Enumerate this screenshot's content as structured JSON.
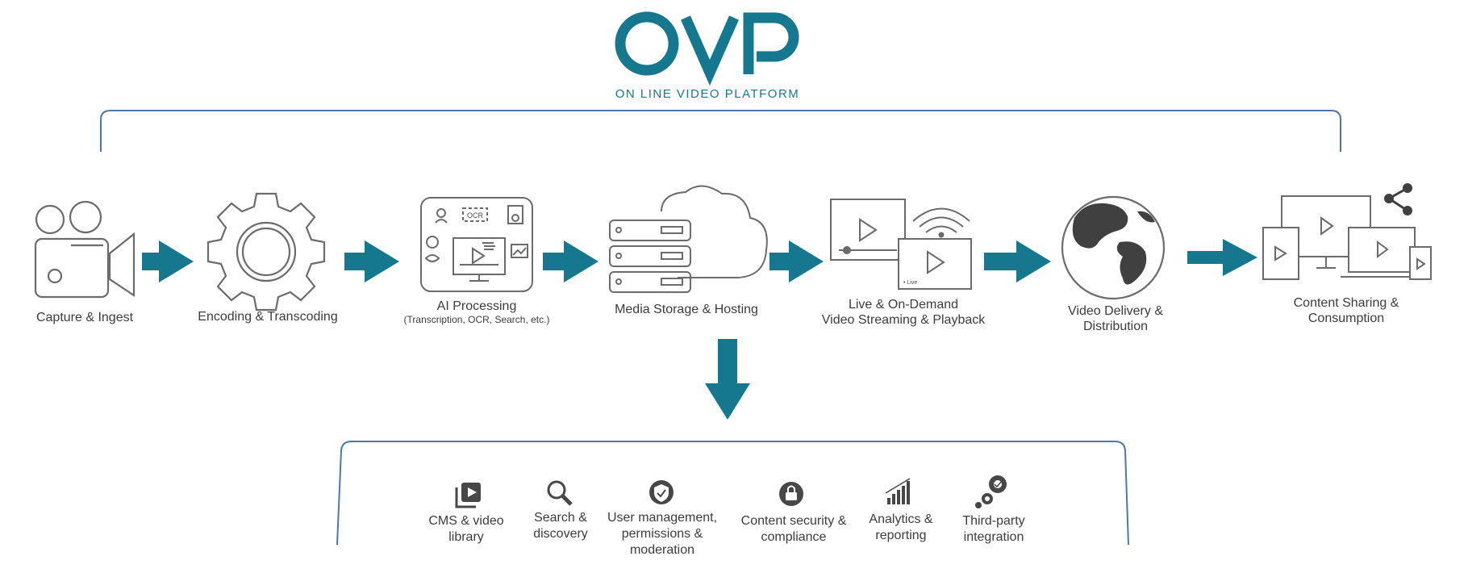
{
  "logo": {
    "mark": "OVP",
    "subtitle": "ON LINE VIDEO PLATFORM"
  },
  "pipeline": [
    {
      "label": "Capture & Ingest",
      "icon": "camera-icon"
    },
    {
      "label": "Encoding & Transcoding",
      "icon": "gear-icon"
    },
    {
      "label": "AI Processing",
      "sub": "(Transcription, OCR, Search, etc.)",
      "icon": "ai-processing-icon",
      "icon_text": "OCR"
    },
    {
      "label": "Media Storage & Hosting",
      "icon": "server-cloud-icon"
    },
    {
      "label_line1": "Live & On-Demand",
      "label_line2": "Video Streaming &  Playback",
      "icon": "streaming-icon",
      "badge": "• Live"
    },
    {
      "label_line1": "Video Delivery &",
      "label_line2": "Distribution",
      "icon": "globe-icon"
    },
    {
      "label_line1": "Content Sharing &",
      "label_line2": "Consumption",
      "icon": "devices-share-icon"
    }
  ],
  "features": [
    {
      "line1": "CMS & video",
      "line2": "library",
      "icon": "video-library-icon"
    },
    {
      "line1": "Search &",
      "line2": "discovery",
      "icon": "search-icon"
    },
    {
      "line1": "User management,",
      "line2": "permissions &",
      "line3": "moderation",
      "icon": "shield-check-icon"
    },
    {
      "line1": "Content security &",
      "line2": "compliance",
      "icon": "lock-icon"
    },
    {
      "line1": "Analytics &",
      "line2": "reporting",
      "icon": "bar-chart-icon"
    },
    {
      "line1": "Third-party",
      "line2": "integration",
      "icon": "gears-icon"
    }
  ],
  "colors": {
    "accent": "#16788e",
    "icon_stroke": "#6b6b6b",
    "icon_dark": "#3f3f3f",
    "bracket": "#4a78a8"
  }
}
